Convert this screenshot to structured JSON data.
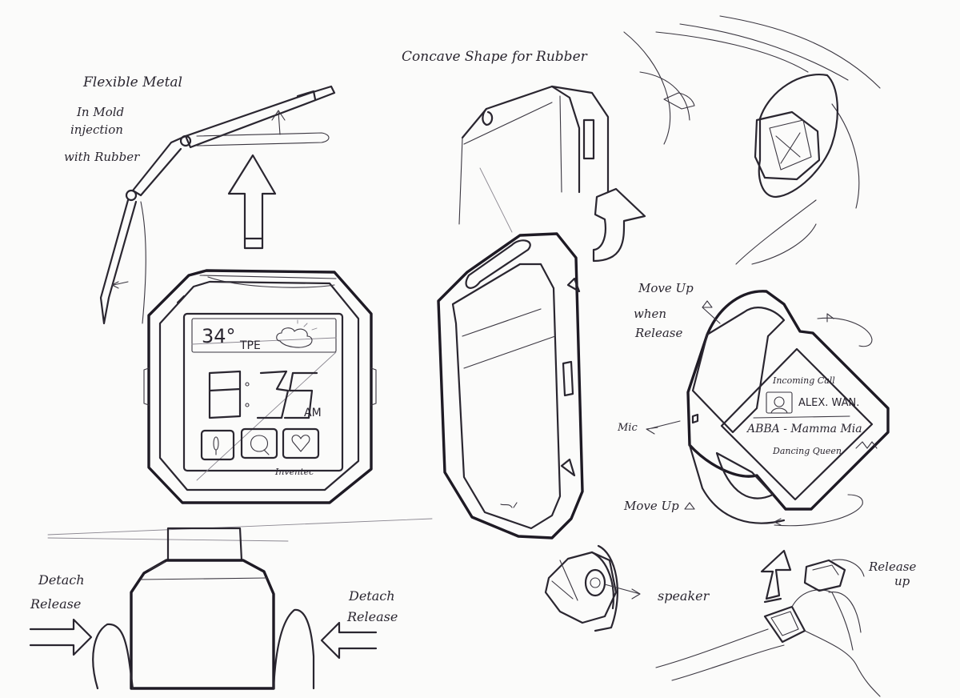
{
  "labels": {
    "flexible_metal": "Flexible Metal",
    "in_mold": "In Mold",
    "injection": "injection",
    "with_rubber": "with Rubber",
    "concave": "Concave Shape for Rubber",
    "move_up_top_1": "Move Up",
    "move_up_top_2": "when",
    "move_up_top_3": "Release",
    "mic": "Mic",
    "move_up_bottom": "Move Up",
    "speaker": "speaker",
    "release_up_1": "Release",
    "release_up_2": "up",
    "detach_left_1": "Detach",
    "detach_left_2": "Release",
    "detach_right_1": "Detach",
    "detach_right_2": "Release"
  },
  "watch_screen": {
    "temperature": "34°",
    "city": "TPE",
    "hour": "8",
    "minutes": "35",
    "ampm": "AM",
    "brand": "Inventec"
  },
  "headset_screen": {
    "incoming": "Incoming Call",
    "caller": "ALEX. WAN.",
    "artist_song": "ABBA - Mamma Mia",
    "track2": "Dancing Queen"
  },
  "icons": [
    "mic-icon",
    "chat-icon",
    "heart-icon",
    "cloud-icon",
    "avatar-icon"
  ]
}
